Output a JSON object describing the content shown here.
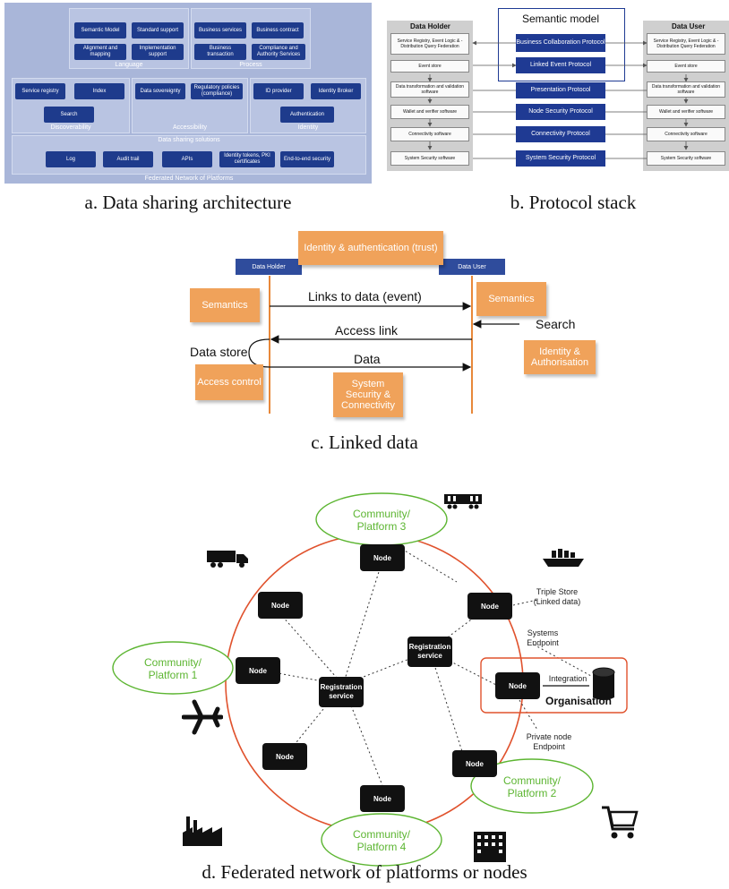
{
  "captions": {
    "a": "a. Data sharing architecture",
    "b": "b. Protocol stack",
    "c": "c. Linked data",
    "d": "d. Federated network of platforms or nodes"
  },
  "panel_a": {
    "language": {
      "label": "Language",
      "boxes": [
        "Semantic Model",
        "Standard support",
        "Alignment and mapping",
        "Implementation support"
      ]
    },
    "process": {
      "label": "Process",
      "boxes": [
        "Business services",
        "Business contract",
        "Business transaction",
        "Compliance and Authority Services"
      ]
    },
    "discoverability": {
      "label": "Discoverability",
      "boxes": [
        "Service registry",
        "Index",
        "Search"
      ]
    },
    "accessibility": {
      "label": "Accessibility",
      "boxes": [
        "Data sovereignty",
        "Regulatory policies (compliance)"
      ]
    },
    "identity": {
      "label": "Identity",
      "boxes": [
        "ID provider",
        "Identity Broker",
        "Authentication"
      ]
    },
    "solutions": {
      "label": "Data sharing solutions",
      "boxes": [
        "Log",
        "Audit trail",
        "APIs",
        "Identity tokens, PKI certificates",
        "End-to-end security"
      ]
    },
    "footer": "Federated Network of Platforms"
  },
  "panel_b": {
    "holder_title": "Data Holder",
    "user_title": "Data User",
    "semantic_title": "Semantic model",
    "left": [
      "Service Registry, Event Logic & - Distribution Query Federation",
      "Event store",
      "Data transformation and validation software",
      "Wallet and verifier software",
      "Connectivity software",
      "System Security software"
    ],
    "right": [
      "Service Registry, Event Logic & - Distribution Query Federation",
      "Event store",
      "Data transformation and validation software",
      "Wallet and verifier software",
      "Connectivity software",
      "System Security software"
    ],
    "protocols": [
      "Business Collaboration Protocol",
      "Linked Event Protocol",
      "Presentation Protocol",
      "Node Security Protocol",
      "Connectivity Protocol",
      "System Security Protocol"
    ]
  },
  "panel_c": {
    "identity_box": "Identity & authentication (trust)",
    "holder": "Data Holder",
    "user": "Data User",
    "semantics_left": "Semantics",
    "semantics_right": "Semantics",
    "links": "Links to data (event)",
    "search": "Search",
    "access_link": "Access link",
    "data_store": "Data store",
    "data": "Data",
    "access_control": "Access control",
    "system_security": "System Security & Connectivity",
    "identity_auth": "Identity & Authorisation"
  },
  "panel_d": {
    "node_label": "Node",
    "registration": "Registration service",
    "communities": [
      "Community/ Platform 3",
      "Community/ Platform 1",
      "Community/ Platform 2",
      "Community/ Platform 4"
    ],
    "triple_store": "Triple Store (Linked data)",
    "systems_endpoint": "Systems Endpoint",
    "integration": "Integration",
    "organisation": "Organisation",
    "private_endpoint": "Private node Endpoint",
    "icons": [
      "train-icon",
      "truck-icon",
      "ship-icon",
      "airplane-icon",
      "factory-icon",
      "office-building-icon",
      "shopping-cart-icon",
      "database-icon"
    ],
    "colors": {
      "ring": "#e0522d",
      "community": "#5cb531",
      "organisation": "#e0522d"
    }
  }
}
